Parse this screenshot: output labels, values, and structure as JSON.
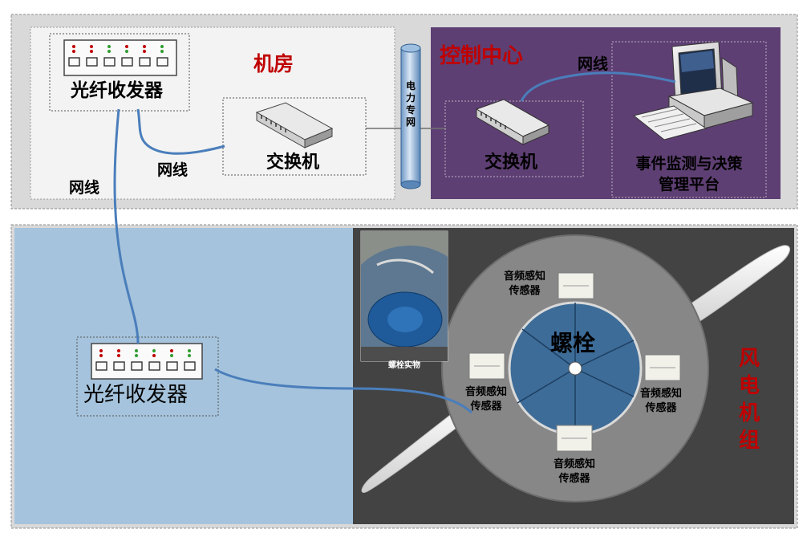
{
  "top_panel": {
    "room_title": "机房",
    "control_title": "控制中心",
    "transceiver_label": "光纤收发器",
    "room_switch_label": "交换机",
    "control_switch_label": "交换机",
    "cable_label_top": "网线",
    "cable_label_left": "网线",
    "cable_label_control": "网线",
    "pipe_label": "电力专网",
    "platform_label_line1": "事件监测与决策",
    "platform_label_line2": "管理平台"
  },
  "bottom_panel": {
    "transceiver_label": "光纤收发器",
    "photo_caption": "螺栓实物",
    "bolt_label": "螺栓",
    "turbine_label": "风电机组",
    "sensor_label_line1": "音频感知",
    "sensor_label_line2": "传感器"
  },
  "colors": {
    "control_bg": "#5e3f73",
    "farm_blue": "#a5c3dc",
    "farm_dark": "#434343",
    "rotor_disc": "#878787",
    "hub_blue": "#3d6c98",
    "cable_blue": "#4a7ebb",
    "title_red": "#c00000"
  }
}
